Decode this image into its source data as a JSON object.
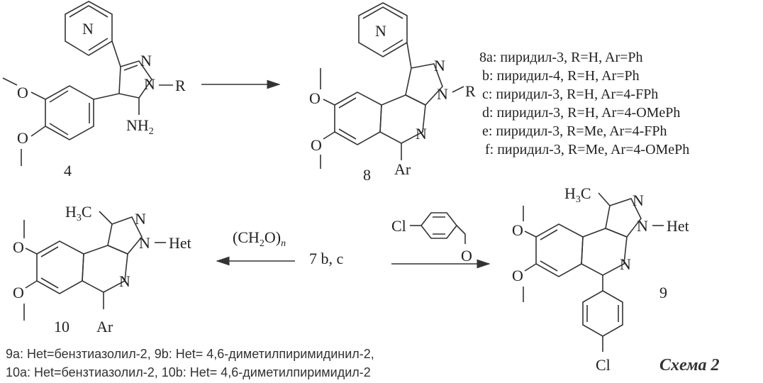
{
  "compounds": {
    "c4": {
      "number": "4",
      "n_label": "N",
      "r_label": "R",
      "nh2": "NH",
      "nh2_sub": "2",
      "methoxy_o": "O"
    },
    "c8": {
      "number": "8",
      "n_label": "N",
      "r_label": "R",
      "ar_label": "Ar",
      "methoxy_o": "O"
    },
    "c10": {
      "number": "10",
      "ar_label": "Ar",
      "het_label": "Het",
      "h3c": "H",
      "h3c_sub": "3",
      "h3c_c": "C",
      "n_label": "N",
      "methoxy_o": "O"
    },
    "c9": {
      "number": "9",
      "het_label": "Het",
      "h3c": "H",
      "h3c_sub": "3",
      "h3c_c": "C",
      "n_label": "N",
      "cl_label": "Cl",
      "methoxy_o": "O"
    },
    "reagent_aldehyde": {
      "cl_label": "Cl",
      "o_label": "O"
    },
    "c7": {
      "label": "7 b, c"
    }
  },
  "reagents": {
    "paraform": {
      "open": "(CH",
      "sub2": "2",
      "mid": "O)",
      "subn": "n"
    }
  },
  "variants": [
    "8a: пиридил-3, R=H, Ar=Ph",
    "b: пиридил-4, R=H, Ar=Ph",
    "c: пиридил-3, R=H, Ar=4-FPh",
    "d: пиридил-3, R=H, Ar=4-OMePh",
    "e: пиридил-3, R=Me, Ar=4-FPh",
    "f: пиридил-3, R=Me, Ar=4-OMePh"
  ],
  "notes": [
    "9a: Het=бензтиазолил-2, 9b: Het= 4,6-диметилпиримидинил-2,",
    "10a: Het=бензтиазолил-2, 10b: Het= 4,6-диметилпиримидил-2"
  ],
  "scheme_label": "Схема 2"
}
